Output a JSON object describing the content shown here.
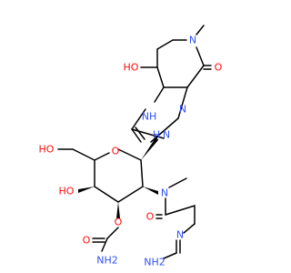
{
  "colors": {
    "bond": "#000000",
    "oxygen": "#ff0d0d",
    "nitrogen": "#3050f8",
    "background": "#ffffff"
  },
  "atoms": {
    "ho_top": "HO",
    "n_methyl_top": "N",
    "o_ketone": "O",
    "nh_ring": "NH",
    "n_ring": "N",
    "nh_link": "N",
    "h_link": "H",
    "ho_ch2": "HO",
    "o_ring": "O",
    "ho_ring": "HO",
    "n_amide": "N",
    "o_carbamate": "O",
    "o_carbamate_carbonyl": "O",
    "nh2_carbamate": "NH2",
    "o_amide": "O",
    "n_imine": "N",
    "nh2_amidine": "NH2"
  }
}
